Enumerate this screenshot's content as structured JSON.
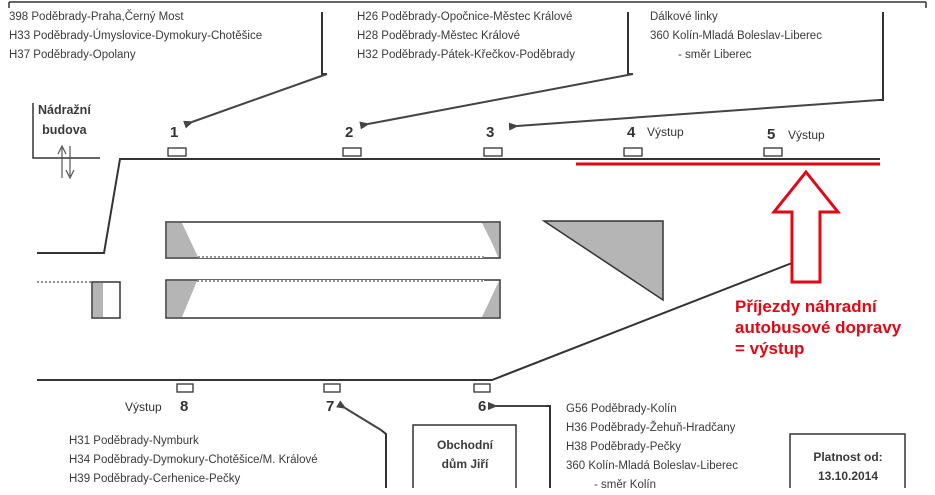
{
  "top_groups": {
    "left": [
      "398 Poděbrady-Praha,Černý Most",
      "H33 Poděbrady-Úmyslovice-Dymokury-Chotěšice",
      "H37 Poděbrady-Opolany"
    ],
    "middle": [
      "H26 Poděbrady-Opočnice-Městec Králové",
      "H28 Poděbrady-Městec Králové",
      "H32 Poděbrady-Pátek-Křečkov-Poděbrady"
    ],
    "right": [
      "Dálkové linky",
      "360 Kolín-Mladá Boleslav-Liberec",
      "- směr Liberec"
    ]
  },
  "station_building": [
    "Nádražní",
    "budova"
  ],
  "stops_top": [
    {
      "number": "1",
      "label": ""
    },
    {
      "number": "2",
      "label": ""
    },
    {
      "number": "3",
      "label": ""
    },
    {
      "number": "4",
      "label": "Výstup"
    },
    {
      "number": "5",
      "label": "Výstup"
    }
  ],
  "stops_bottom": [
    {
      "number": "8",
      "label": "Výstup"
    },
    {
      "number": "7",
      "label": ""
    },
    {
      "number": "6",
      "label": ""
    }
  ],
  "replacement_note": [
    "Příjezdy náhradní",
    "autobusové dopravy",
    "= výstup"
  ],
  "bottom_groups": {
    "left": [
      "H31 Poděbrady-Nymburk",
      "H34 Poděbrady-Dymokury-Chotěšice/M. Králové",
      "H39 Poděbrady-Cerhenice-Pečky"
    ],
    "right": [
      "G56 Poděbrady-Kolín",
      "H36 Poděbrady-Žehuň-Hradčany",
      "H38 Poděbrady-Pečky",
      "360 Kolín-Mladá Boleslav-Liberec",
      "- směr Kolín"
    ]
  },
  "shop": [
    "Obchodní",
    "dům Jiří"
  ],
  "validity": [
    "Platnost od:",
    "13.10.2014"
  ],
  "colors": {
    "accent": "#e30613",
    "ink": "#333333"
  }
}
